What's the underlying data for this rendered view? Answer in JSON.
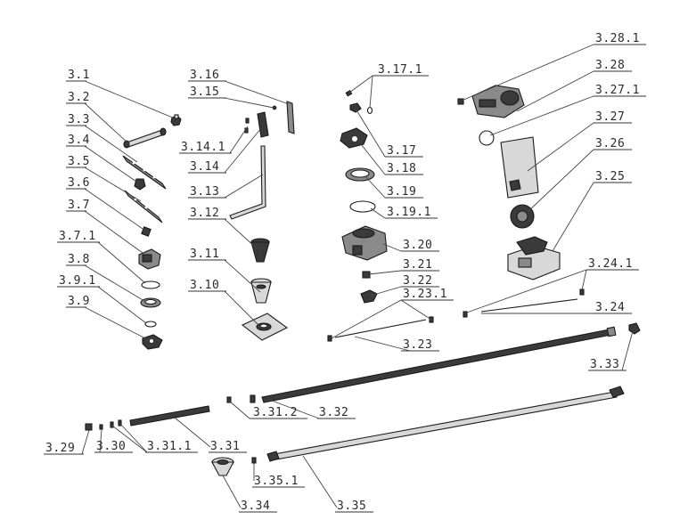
{
  "labels": [
    {
      "id": "3.1",
      "text": "3.1"
    },
    {
      "id": "3.2",
      "text": "3.2"
    },
    {
      "id": "3.3",
      "text": "3.3"
    },
    {
      "id": "3.4",
      "text": "3.4"
    },
    {
      "id": "3.5",
      "text": "3.5"
    },
    {
      "id": "3.6",
      "text": "3.6"
    },
    {
      "id": "3.7",
      "text": "3.7"
    },
    {
      "id": "3.7.1",
      "text": "3.7.1"
    },
    {
      "id": "3.8",
      "text": "3.8"
    },
    {
      "id": "3.9.1",
      "text": "3.9.1"
    },
    {
      "id": "3.9",
      "text": "3.9"
    },
    {
      "id": "3.16",
      "text": "3.16"
    },
    {
      "id": "3.15",
      "text": "3.15"
    },
    {
      "id": "3.14.1",
      "text": "3.14.1"
    },
    {
      "id": "3.14",
      "text": "3.14"
    },
    {
      "id": "3.13",
      "text": "3.13"
    },
    {
      "id": "3.12",
      "text": "3.12"
    },
    {
      "id": "3.11",
      "text": "3.11"
    },
    {
      "id": "3.10",
      "text": "3.10"
    },
    {
      "id": "3.17.1",
      "text": "3.17.1"
    },
    {
      "id": "3.17",
      "text": "3.17"
    },
    {
      "id": "3.18",
      "text": "3.18"
    },
    {
      "id": "3.19",
      "text": "3.19"
    },
    {
      "id": "3.19.1",
      "text": "3.19.1"
    },
    {
      "id": "3.20",
      "text": "3.20"
    },
    {
      "id": "3.21",
      "text": "3.21"
    },
    {
      "id": "3.22",
      "text": "3.22"
    },
    {
      "id": "3.23.1",
      "text": "3.23.1"
    },
    {
      "id": "3.23",
      "text": "3.23"
    },
    {
      "id": "3.28.1",
      "text": "3.28.1"
    },
    {
      "id": "3.28",
      "text": "3.28"
    },
    {
      "id": "3.27.1",
      "text": "3.27.1"
    },
    {
      "id": "3.27",
      "text": "3.27"
    },
    {
      "id": "3.26",
      "text": "3.26"
    },
    {
      "id": "3.25",
      "text": "3.25"
    },
    {
      "id": "3.24.1",
      "text": "3.24.1"
    },
    {
      "id": "3.24",
      "text": "3.24"
    },
    {
      "id": "3.33",
      "text": "3.33"
    },
    {
      "id": "3.31.2",
      "text": "3.31.2"
    },
    {
      "id": "3.32",
      "text": "3.32"
    },
    {
      "id": "3.29",
      "text": "3.29"
    },
    {
      "id": "3.30",
      "text": "3.30"
    },
    {
      "id": "3.31.1",
      "text": "3.31.1"
    },
    {
      "id": "3.31",
      "text": "3.31"
    },
    {
      "id": "3.35.1",
      "text": "3.35.1"
    },
    {
      "id": "3.34",
      "text": "3.34"
    },
    {
      "id": "3.35",
      "text": "3.35"
    }
  ]
}
